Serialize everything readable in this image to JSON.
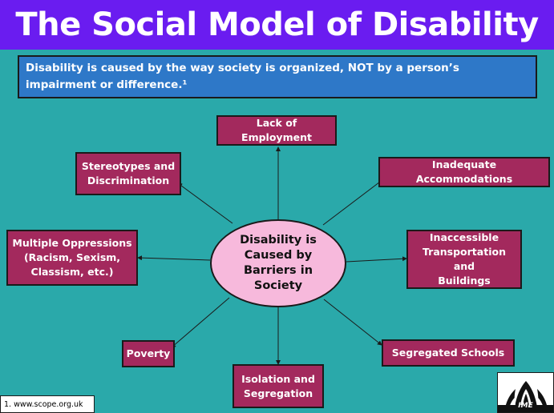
{
  "title": "The Social Model of Disability",
  "definition": "Disability is caused by the way society is organized, NOT by a person’s impairment or difference.¹",
  "center_label": "Disability is Caused by Barriers in Society",
  "barriers": {
    "lack_of_employment": "Lack of Employment",
    "inadequate_accommodations": "Inadequate Accommodations",
    "inaccessible_transportation": "Inaccessible\nTransportation and\nBuildings",
    "segregated_schools": "Segregated Schools",
    "isolation_segregation": "Isolation and\nSegregation",
    "poverty": "Poverty",
    "multiple_oppressions": "Multiple Oppressions\n(Racism, Sexism,\nClassism, etc.)",
    "stereotypes": "Stereotypes and\nDiscrimination"
  },
  "footnote": "1. www.scope.org.uk",
  "logo_text": "IME",
  "colors": {
    "background": "#2aa9aa",
    "title_bar": "#6a1cf0",
    "definition_box": "#2e78c8",
    "barrier_box": "#a3295d",
    "center_ellipse": "#f7b9dc"
  }
}
